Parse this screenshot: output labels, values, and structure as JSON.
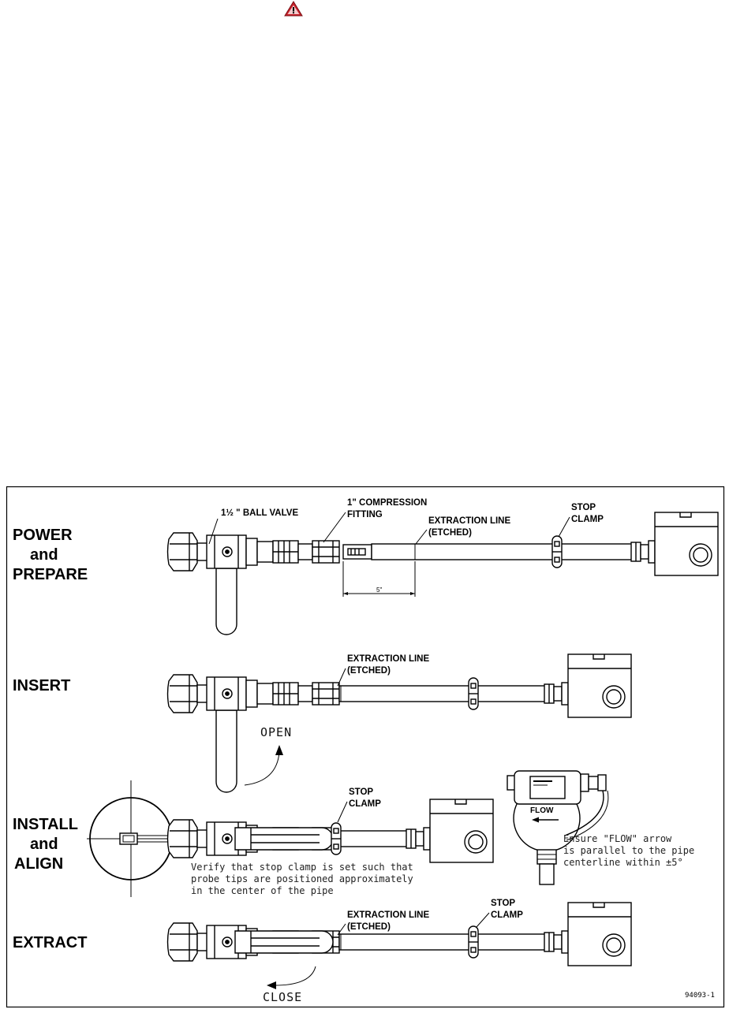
{
  "icons": {
    "warning": "warning-triangle-icon"
  },
  "colors": {
    "warning": "#c8202a",
    "ink": "#000000",
    "note_text": "#222222"
  },
  "steps": [
    {
      "lines": [
        "POWER",
        "and",
        "PREPARE"
      ]
    },
    {
      "lines": [
        "INSERT"
      ]
    },
    {
      "lines": [
        "INSTALL",
        "and",
        "ALIGN"
      ]
    },
    {
      "lines": [
        "EXTRACT"
      ]
    }
  ],
  "callouts": {
    "ball_valve": "1½ \" BALL VALVE",
    "compression_fitting": [
      "1\" COMPRESSION",
      "FITTING"
    ],
    "extraction_line": [
      "EXTRACTION LINE",
      "(ETCHED)"
    ],
    "stop_clamp": [
      "STOP",
      "CLAMP"
    ],
    "probe_tip_length": "5\"",
    "open": "OPEN",
    "close": "CLOSE"
  },
  "flow_meter": {
    "label": "FLOW"
  },
  "notes": {
    "verify": [
      "Verify that stop clamp is set such that",
      "probe tips are positioned approximately",
      "in the center of the pipe"
    ],
    "ensure": [
      "Ensure \"FLOW\" arrow",
      "is parallel to the pipe",
      "centerline within ±5°"
    ]
  },
  "drawing_number": "94093-1"
}
